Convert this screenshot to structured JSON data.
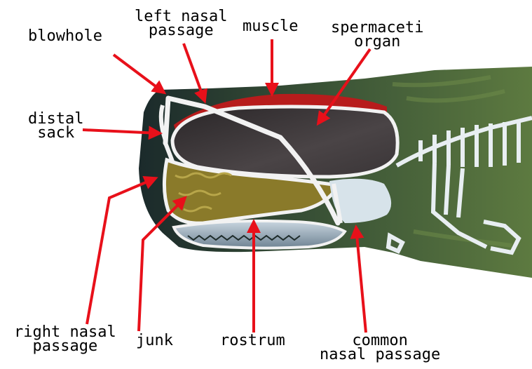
{
  "labels": {
    "blowhole": "blowhole",
    "left_nasal_1": "left nasal",
    "left_nasal_2": "passage",
    "muscle": "muscle",
    "spermaceti_1": "spermaceti",
    "spermaceti_2": "organ",
    "distal_1": "distal",
    "distal_2": "sack",
    "right_nasal_1": "right nasal",
    "right_nasal_2": "passage",
    "junk": "junk",
    "rostrum": "rostrum",
    "common_1": "common",
    "common_2": "nasal passage"
  },
  "colors": {
    "arrow": "#e8101a",
    "body_dark": "#1d2b2a",
    "body_green": "#4f6a3c",
    "organ": "#3f3a3c",
    "muscle": "#b71c1c",
    "junk": "#8a7a2a",
    "passage_outline": "#f2f2f2",
    "skeleton": "#e8eef2"
  }
}
